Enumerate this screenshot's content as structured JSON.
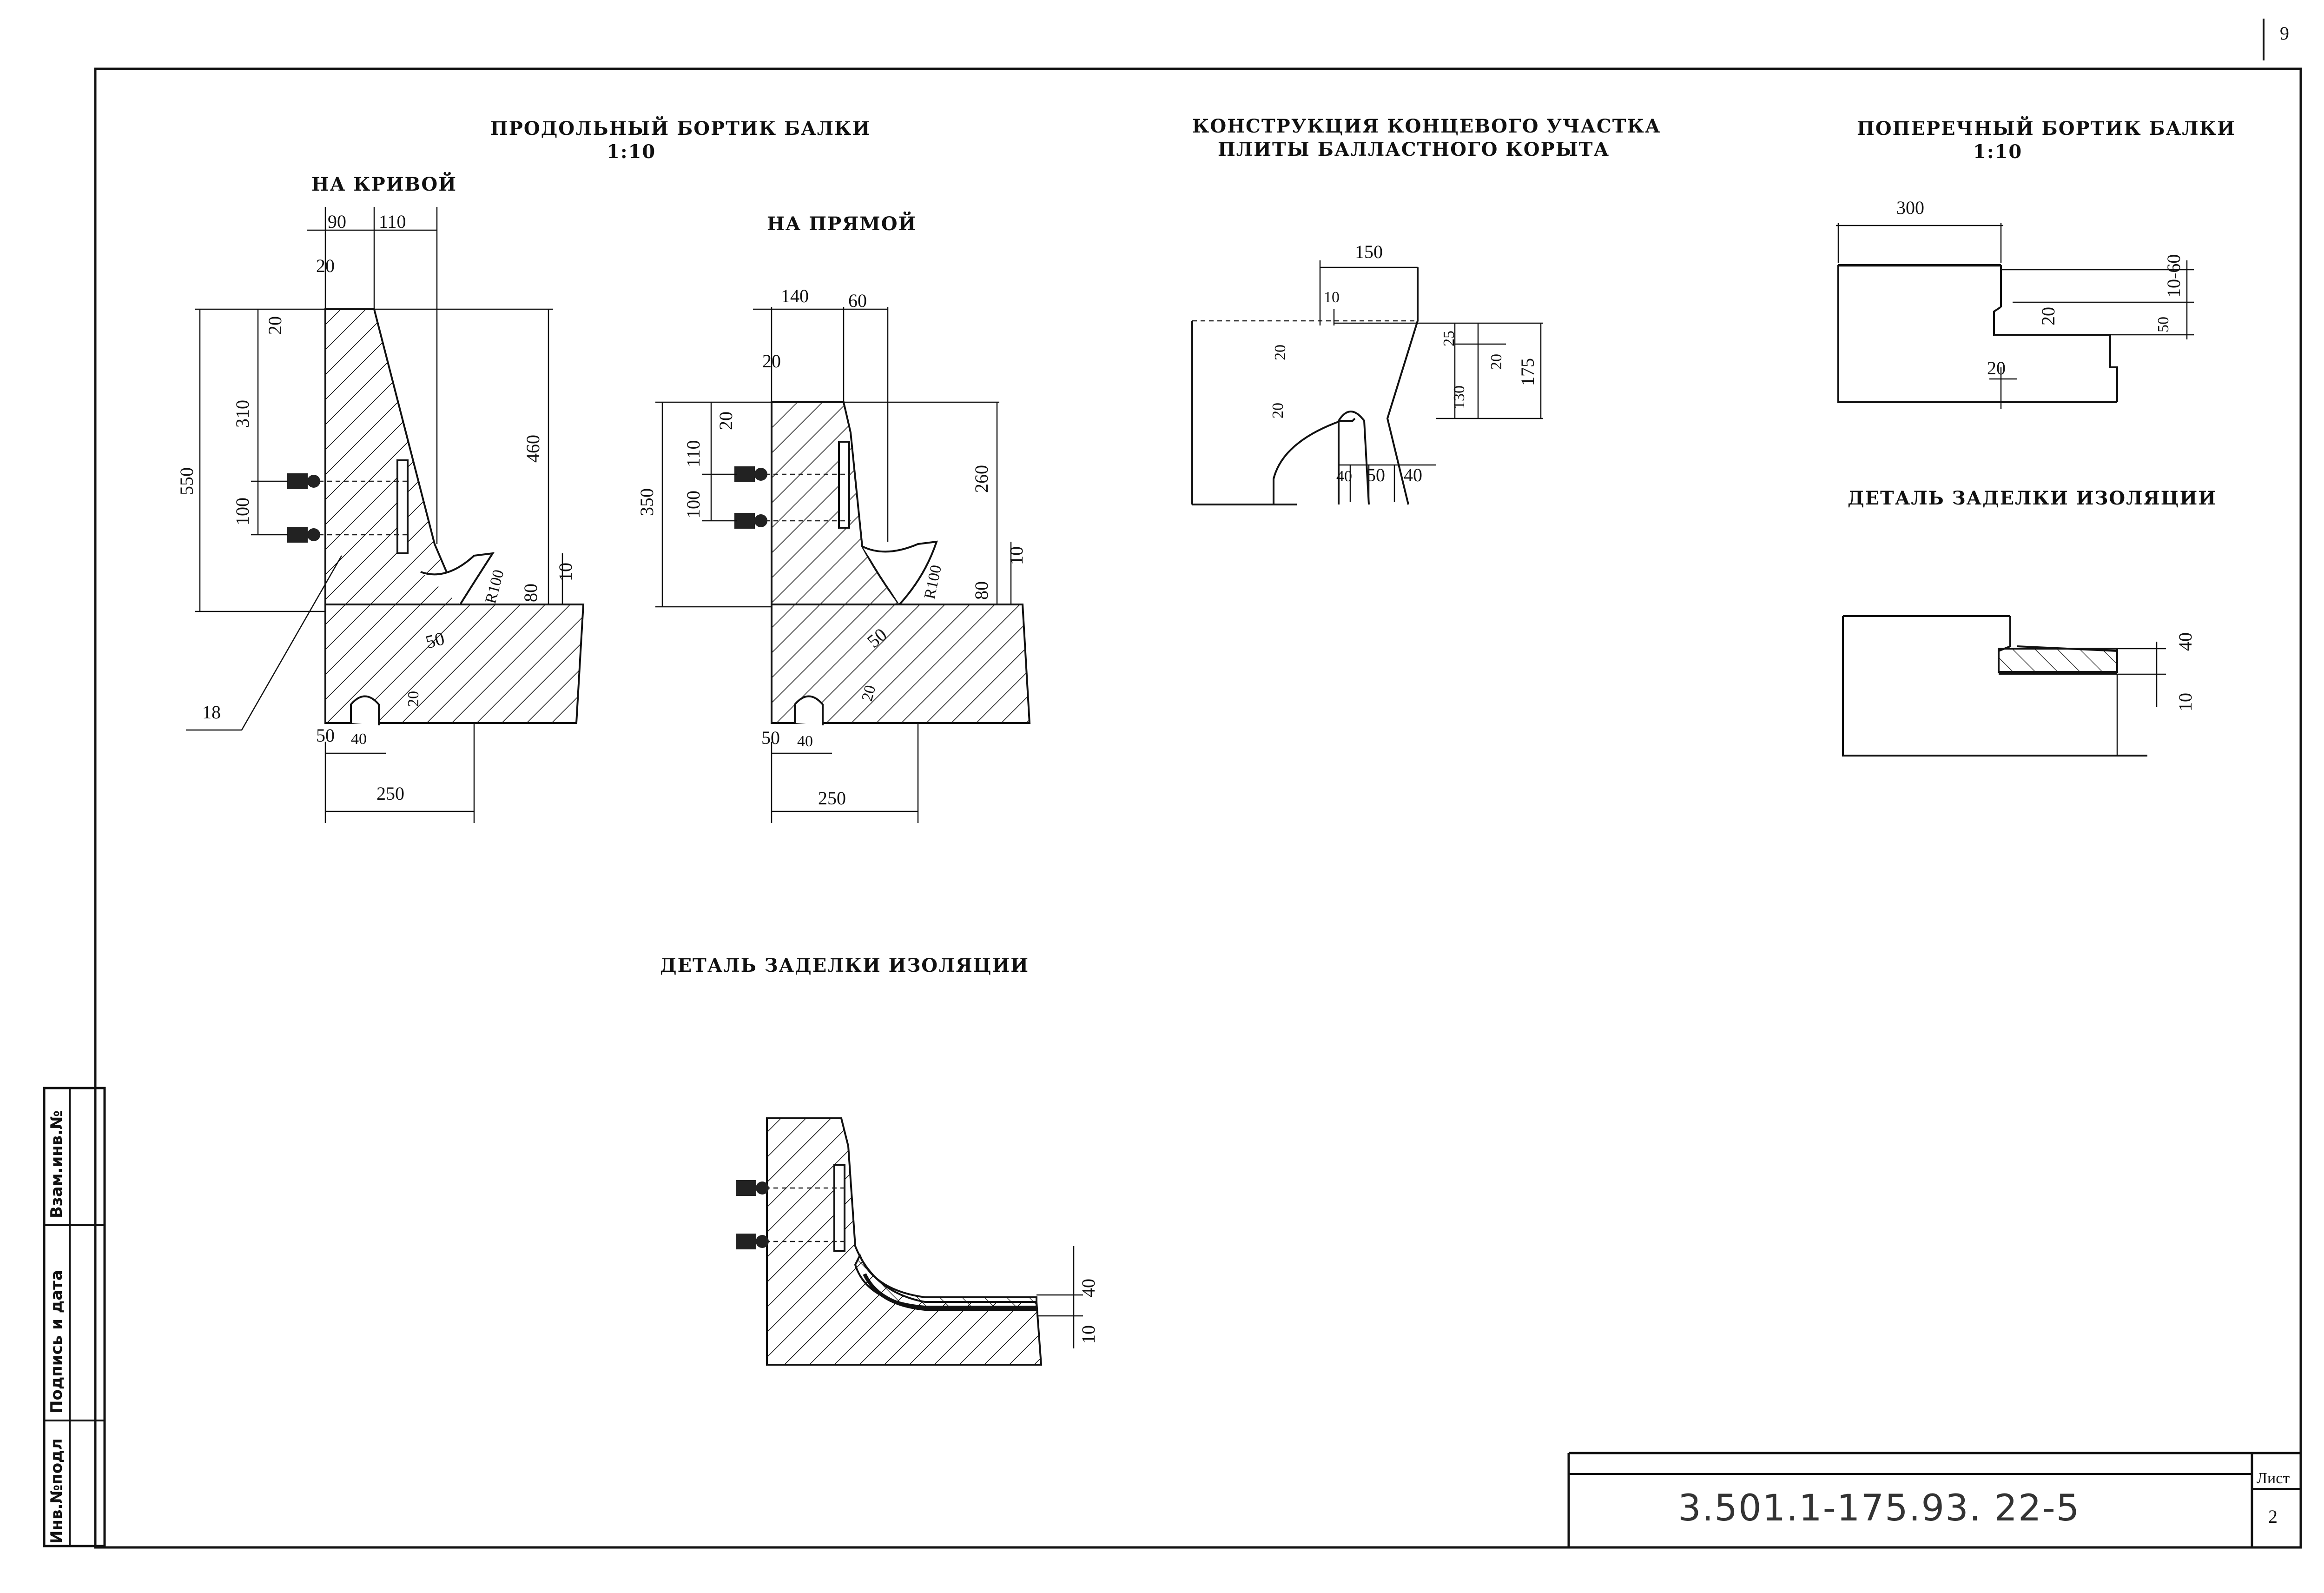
{
  "sheet": {
    "corner_page": "9",
    "designation": "3.501.1-175.93. 22-5",
    "sheet_label": "Лист",
    "sheet_number": "2"
  },
  "stamp": {
    "inv_no": "Инв.№подл",
    "sign_date": "Подпись и дата",
    "replaces": "Взам.инв.№"
  },
  "longitudinal": {
    "title": "ПРОДОЛЬНЫЙ БОРТИК БАЛКИ",
    "scale": "1:10",
    "curve": {
      "subtitle": "НА КРИВОЙ",
      "dims": [
        "90",
        "110",
        "20",
        "20",
        "310",
        "550",
        "100",
        "460",
        "R100",
        "80",
        "10",
        "50",
        "20",
        "50",
        "40",
        "250",
        "18"
      ]
    },
    "straight": {
      "subtitle": "НА ПРЯМОЙ",
      "dims": [
        "140",
        "60",
        "20",
        "20",
        "110",
        "350",
        "100",
        "260",
        "R100",
        "80",
        "10",
        "50",
        "20",
        "50",
        "40",
        "250"
      ]
    }
  },
  "end_section": {
    "title_line1": "КОНСТРУКЦИЯ КОНЦЕВОГО УЧАСТКА",
    "title_line2": "ПЛИТЫ БАЛЛАСТНОГО КОРЫТА",
    "dims": [
      "150",
      "10",
      "20",
      "25",
      "20",
      "175",
      "130",
      "20",
      "40",
      "50",
      "40"
    ]
  },
  "transverse": {
    "title": "ПОПЕРЕЧНЫЙ БОРТИК БАЛКИ",
    "scale": "1:10",
    "dims": [
      "300",
      "10-60",
      "20",
      "50",
      "20"
    ]
  },
  "detail_right": {
    "title": "ДЕТАЛЬ ЗАДЕЛКИ ИЗОЛЯЦИИ",
    "dims": [
      "40",
      "10"
    ]
  },
  "detail_bottom": {
    "title": "ДЕТАЛЬ ЗАДЕЛКИ ИЗОЛЯЦИИ",
    "dims": [
      "40",
      "10"
    ]
  }
}
